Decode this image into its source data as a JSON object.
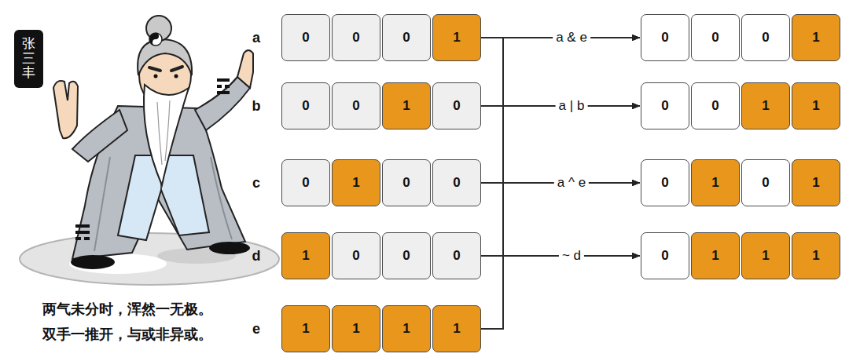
{
  "diagram": {
    "nodes": [
      {
        "text": [
          "张三丰"
        ]
      },
      {
        "text": [
          "0"
        ]
      },
      {
        "text": [
          "0"
        ]
      },
      {
        "text": [
          "0"
        ]
      },
      {
        "text": [
          "1"
        ]
      },
      {
        "text": [
          "0"
        ]
      },
      {
        "text": [
          "0"
        ]
      },
      {
        "text": [
          "1"
        ]
      },
      {
        "text": [
          "0"
        ]
      },
      {
        "text": [
          "0"
        ]
      },
      {
        "text": [
          "1"
        ]
      },
      {
        "text": [
          "0"
        ]
      },
      {
        "text": [
          "0"
        ]
      },
      {
        "text": [
          "1"
        ]
      },
      {
        "text": [
          "0"
        ]
      },
      {
        "text": [
          "0"
        ]
      },
      {
        "text": [
          "0"
        ]
      },
      {
        "text": [
          "1"
        ]
      },
      {
        "text": [
          "1"
        ]
      },
      {
        "text": [
          "1"
        ]
      },
      {
        "text": [
          "1"
        ]
      },
      {
        "text": [
          "0"
        ]
      },
      {
        "text": [
          "0"
        ]
      },
      {
        "text": [
          "0"
        ]
      },
      {
        "text": [
          "1"
        ]
      },
      {
        "text": [
          "0"
        ]
      },
      {
        "text": [
          "0"
        ]
      },
      {
        "text": [
          "1"
        ]
      },
      {
        "text": [
          "1"
        ]
      },
      {
        "text": [
          "0"
        ]
      },
      {
        "text": [
          "1"
        ]
      },
      {
        "text": [
          "0"
        ]
      },
      {
        "text": [
          "1"
        ]
      },
      {
        "text": [
          "0"
        ]
      },
      {
        "text": [
          "1"
        ]
      },
      {
        "text": [
          "1"
        ]
      },
      {
        "text": [
          "1"
        ]
      }
    ],
    "edges": [
      {
        "from": 4,
        "to": 21,
        "label": "a & e",
        "arrow": "to"
      },
      {
        "from": 4,
        "to": 25,
        "label": "a | b",
        "arrow": "to"
      },
      {
        "from": 4,
        "to": 29,
        "label": "a ^ e",
        "arrow": "to"
      },
      {
        "from": 4,
        "to": 33,
        "arrow": "to"
      },
      {
        "from": 8,
        "to": 21,
        "arrow": "to"
      },
      {
        "from": 8,
        "to": 25,
        "arrow": "to"
      },
      {
        "from": 8,
        "to": 29,
        "arrow": "to"
      },
      {
        "from": 8,
        "to": 33,
        "arrow": "to"
      },
      {
        "from": 12,
        "to": 21,
        "arrow": "to"
      },
      {
        "from": 12,
        "to": 25,
        "arrow": "to"
      },
      {
        "from": 12,
        "to": 29,
        "arrow": "to"
      },
      {
        "from": 12,
        "to": 33,
        "arrow": "to"
      },
      {
        "from": 16,
        "to": 21,
        "arrow": "to"
      },
      {
        "from": 16,
        "to": 25,
        "arrow": "to"
      },
      {
        "from": 16,
        "to": 29,
        "arrow": "to"
      },
      {
        "from": 16,
        "to": 33,
        "label": "~ d",
        "arrow": "to"
      },
      {
        "from": 20,
        "to": 21,
        "arrow": "to"
      },
      {
        "from": 20,
        "to": 25,
        "arrow": "to"
      },
      {
        "from": 20,
        "to": 29,
        "arrow": "to"
      },
      {
        "from": 20,
        "to": 33,
        "arrow": "to"
      }
    ],
    "labels": [
      "a",
      "b",
      "c",
      "d",
      "e",
      "两气未分时，浑然一无极。",
      "双手一推开，与或非异或。"
    ]
  }
}
